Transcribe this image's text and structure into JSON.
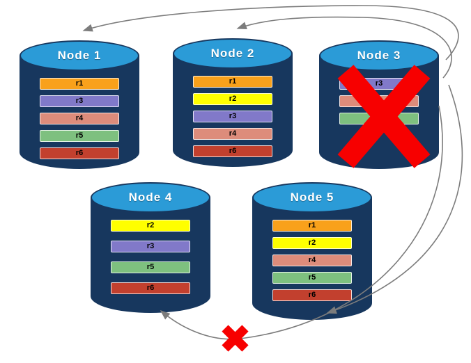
{
  "diagram": {
    "nodes": [
      {
        "title": "Node 1",
        "records": [
          {
            "label": "r1",
            "color": "#F9A11B"
          },
          {
            "label": "r3",
            "color": "#8179C9"
          },
          {
            "label": "r4",
            "color": "#DD8C7B"
          },
          {
            "label": "r5",
            "color": "#7EC07F"
          },
          {
            "label": "r6",
            "color": "#C2402E"
          }
        ]
      },
      {
        "title": "Node 2",
        "records": [
          {
            "label": "r1",
            "color": "#F9A11B"
          },
          {
            "label": "r2",
            "color": "#FFFF00"
          },
          {
            "label": "r3",
            "color": "#8179C9"
          },
          {
            "label": "r4",
            "color": "#DD8C7B"
          },
          {
            "label": "r6",
            "color": "#C2402E"
          }
        ]
      },
      {
        "title": "Node 3",
        "status": "failed",
        "records": [
          {
            "label": "r3",
            "color": "#8179C9"
          },
          {
            "label": "r4",
            "color": "#DD8C7B"
          },
          {
            "label": "r5",
            "color": "#7EC07F"
          }
        ]
      },
      {
        "title": "Node 4",
        "records": [
          {
            "label": "r2",
            "color": "#FFFF00"
          },
          {
            "label": "r3",
            "color": "#8179C9"
          },
          {
            "label": "r5",
            "color": "#7EC07F"
          },
          {
            "label": "r6",
            "color": "#C2402E"
          }
        ]
      },
      {
        "title": "Node 5",
        "records": [
          {
            "label": "r1",
            "color": "#F9A11B"
          },
          {
            "label": "r2",
            "color": "#FFFF00"
          },
          {
            "label": "r4",
            "color": "#DD8C7B"
          },
          {
            "label": "r5",
            "color": "#7EC07F"
          },
          {
            "label": "r6",
            "color": "#C2402E"
          }
        ]
      }
    ],
    "colors": {
      "cylinder_top": "#2B9BD7",
      "cylinder_body": "#17375E",
      "arrow": "#7C7C7C",
      "failure_x": "#F70000"
    }
  }
}
